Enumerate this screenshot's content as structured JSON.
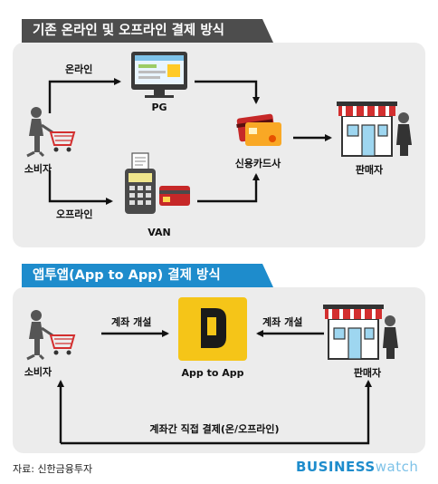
{
  "sections": {
    "offline_title": "기존 온라인 및 오프라인 결제 방식",
    "app_title": "앱투앱(App to App) 결제 방식"
  },
  "top": {
    "online": "온라인",
    "offline": "오프라인",
    "pg": "PG",
    "van": "VAN",
    "card_company": "신용카드사",
    "consumer": "소비자",
    "seller": "판매자"
  },
  "bottom": {
    "consumer": "소비자",
    "seller": "판매자",
    "app": "App to App",
    "account_open_left": "계좌 개설",
    "account_open_right": "계좌 개설",
    "direct_payment": "계좌간 직접 결제(온/오프라인)"
  },
  "footer": {
    "source": "자료: 신한금융투자",
    "brand_a": "BUSINESS",
    "brand_b": "watch"
  }
}
